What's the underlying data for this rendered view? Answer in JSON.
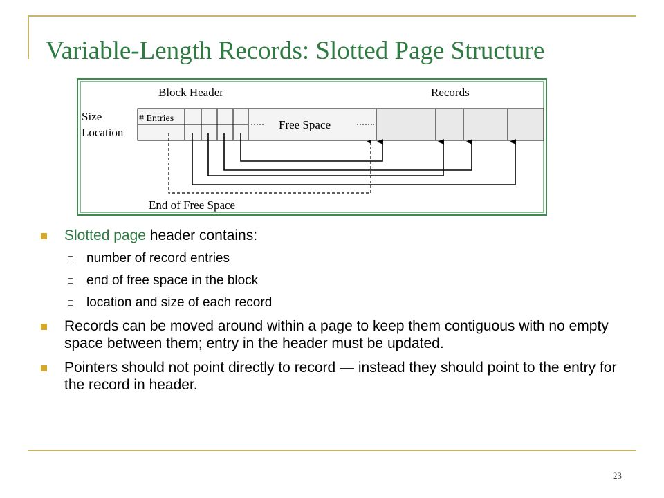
{
  "slide": {
    "title": "Variable-Length Records: Slotted Page Structure",
    "page_number": "23"
  },
  "diagram": {
    "labels": {
      "block_header": "Block Header",
      "records": "Records",
      "size": "Size",
      "location": "Location",
      "num_entries": "# Entries",
      "free_space": "Free Space",
      "end_of_free_space": "End of Free Space"
    }
  },
  "bullets": {
    "b1_highlight": "Slotted page",
    "b1_rest": " header contains:",
    "sub": [
      "number of record entries",
      "end of free space in the block",
      "location and size of each record"
    ],
    "b2": "Records can be moved around within a page to keep them contiguous with no empty space between them; entry in the header must be updated.",
    "b3": "Pointers should not point directly to record — instead they should point to the entry for the record in header."
  },
  "colors": {
    "title_green": "#2e7b41",
    "frame_gold": "#c9b46a",
    "bullet_gold": "#d4a82b",
    "diagram_border": "#3d8a4e"
  }
}
